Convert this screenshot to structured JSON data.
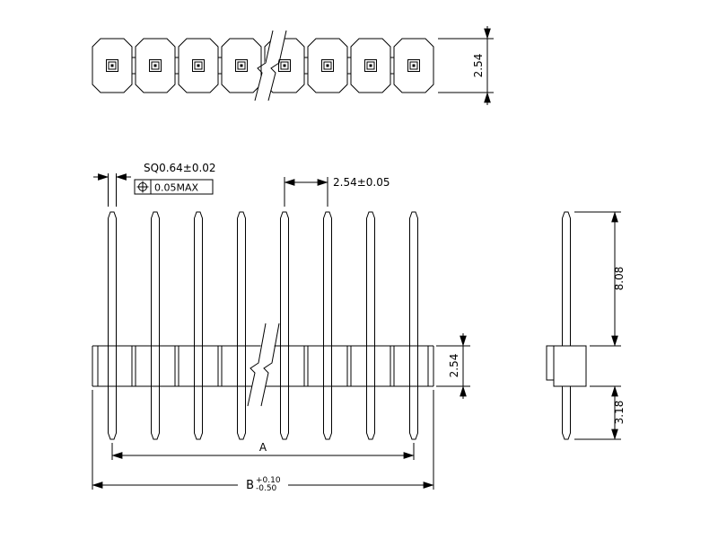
{
  "colors": {
    "line": "#000000",
    "background": "#ffffff"
  },
  "icons": {
    "position_tolerance_symbol": "⌖"
  },
  "dims": {
    "top_row_height": "2.54",
    "pin_square": "SQ0.64±0.02",
    "position_tolerance": "0.05MAX",
    "pitch": "2.54±0.05",
    "body_height": "2.54",
    "pin_span": "A",
    "body_length": "B",
    "body_length_tol_upper": "+0.10",
    "body_length_tol_lower": "-0.50",
    "pin_length_above": "8.08",
    "pin_length_below": "3.18"
  }
}
